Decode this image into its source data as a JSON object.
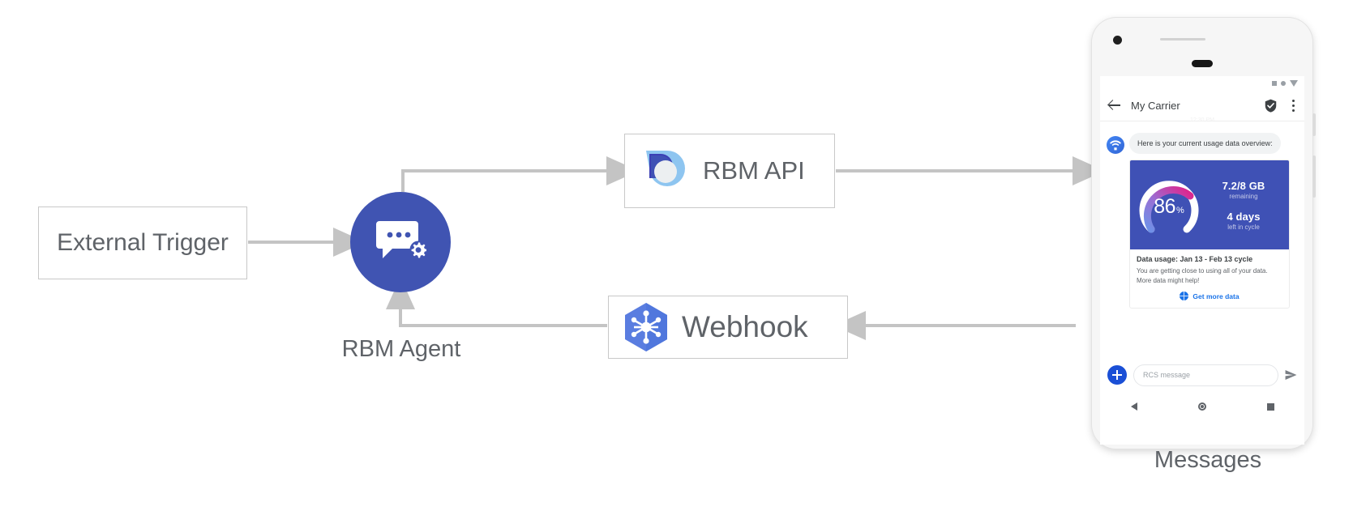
{
  "diagram": {
    "type": "architecture-flow",
    "nodes": {
      "external_trigger": {
        "label": "External Trigger"
      },
      "rbm_agent": {
        "label": "RBM Agent",
        "icon": "chat-gear-icon",
        "color": "#4054b2"
      },
      "rbm_api": {
        "label": "RBM API",
        "icon": "rbm-api-droplet-icon"
      },
      "webhook": {
        "label": "Webhook",
        "icon": "webhook-hexagon-icon",
        "color": "#5a7de0"
      },
      "messages": {
        "label": "Messages"
      }
    },
    "edges": [
      {
        "from": "external_trigger",
        "to": "rbm_agent"
      },
      {
        "from": "rbm_agent",
        "to": "rbm_api"
      },
      {
        "from": "rbm_api",
        "to": "messages"
      },
      {
        "from": "messages",
        "to": "webhook"
      },
      {
        "from": "webhook",
        "to": "rbm_agent"
      }
    ]
  },
  "phone": {
    "statusbar": {
      "icons": [
        "square-icon",
        "circle-icon",
        "triangle-down-icon"
      ]
    },
    "appbar": {
      "back_icon": "back-arrow-icon",
      "title": "My Carrier",
      "verified_icon": "verified-shield-icon",
      "menu_icon": "overflow-menu-icon",
      "timestamp": "12:30 PM"
    },
    "thread": {
      "avatar_icon": "carrier-wifi-avatar-icon",
      "message": "Here is your current usage data overview:",
      "rich_card": {
        "gauge": {
          "value": "86",
          "unit": "%",
          "percent": 86,
          "track_color": "#ffffff",
          "arc_start_color": "#6e92e8",
          "arc_end_color": "#e0218a"
        },
        "hero_bg": "#3f51b5",
        "stats": [
          {
            "value": "7.2/8 GB",
            "caption": "remaining"
          },
          {
            "value": "4 days",
            "caption": "left in cycle"
          }
        ],
        "title": "Data usage: Jan 13 - Feb 13 cycle",
        "body_line1": "You are getting close to using all of your data.",
        "body_line2": "More data might help!",
        "action": {
          "icon": "globe-icon",
          "label": "Get more data",
          "color": "#1a73e8"
        }
      }
    },
    "composer": {
      "add_icon": "plus-button-icon",
      "placeholder": "RCS message",
      "value": "",
      "send_icon": "send-icon"
    },
    "navbar": {
      "back": "nav-back-icon",
      "home": "nav-home-icon",
      "recents": "nav-recents-icon"
    }
  }
}
